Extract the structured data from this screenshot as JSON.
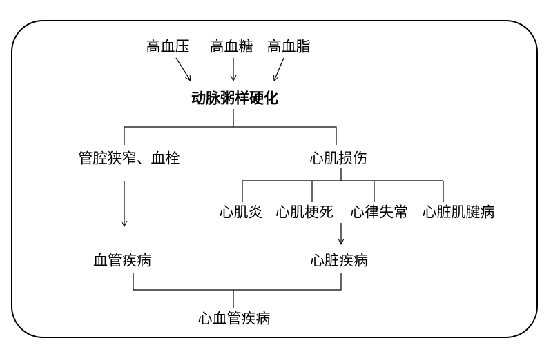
{
  "diagram": {
    "risk_factors": [
      "高血压",
      "高血糖",
      "高血脂"
    ],
    "core": "动脉粥样硬化",
    "branch_left": "管腔狭窄、血栓",
    "branch_right": "心肌损伤",
    "myocardial_conditions": [
      "心肌炎",
      "心肌梗死",
      "心律失常",
      "心脏肌腱病"
    ],
    "vascular_disease": "血管疾病",
    "heart_disease": "心脏疾病",
    "result": "心血管疾病"
  }
}
